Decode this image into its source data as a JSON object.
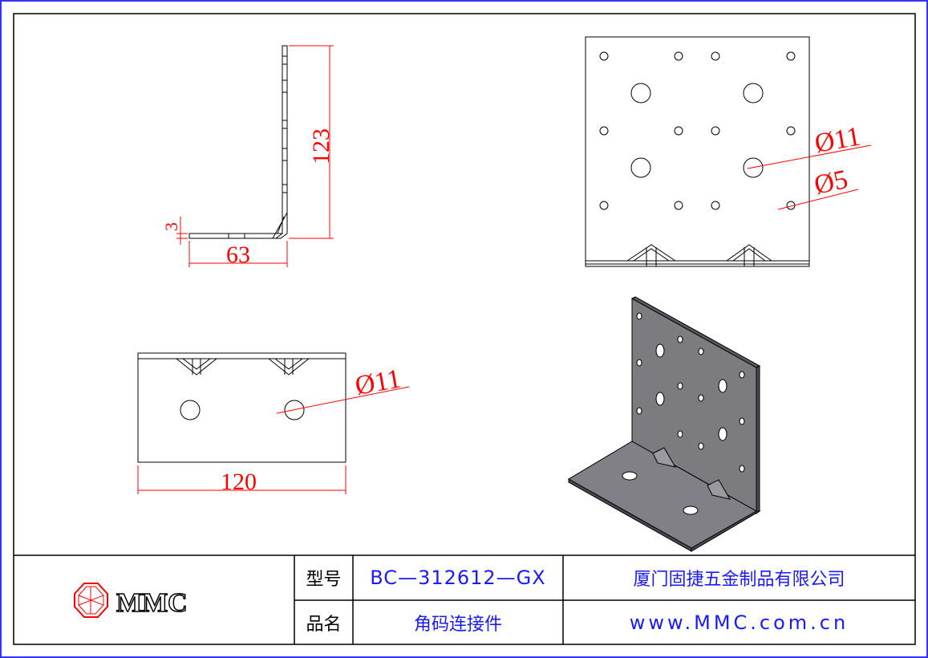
{
  "side_view": {
    "height_dim": "123",
    "length_dim": "63",
    "thickness_dim": "3"
  },
  "front_view": {
    "large_hole_dim": "Ø11",
    "small_hole_dim": "Ø5"
  },
  "bottom_view": {
    "hole_dim": "Ø11",
    "width_dim": "120"
  },
  "title_block": {
    "logo_text": "MMC",
    "model_label": "型号",
    "model_value": "BC—312612—GX",
    "name_label": "品名",
    "name_value": "角码连接件",
    "company": "厦门固捷五金制品有限公司",
    "website": "www.MMC.com.cn"
  },
  "colors": {
    "dimension": "#ff0000",
    "title_text": "#1a1aff",
    "part_fill": "#7b7b80",
    "outer_border": "#3333ff"
  }
}
